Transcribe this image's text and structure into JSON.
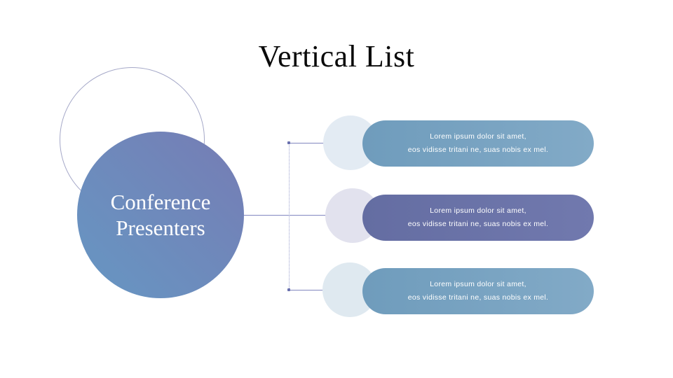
{
  "title": "Vertical List",
  "main_circle": {
    "line1": "Conference",
    "line2": "Presenters"
  },
  "items": [
    {
      "line1": "Lorem ipsum dolor sit amet,",
      "line2": "eos vidisse tritani ne, suas nobis ex mel.",
      "pill_color": "#7aa6c4",
      "halo_color": "#e3ebf3"
    },
    {
      "line1": "Lorem ipsum dolor sit amet,",
      "line2": "eos vidisse tritani ne, suas nobis ex mel.",
      "pill_color": "#6d75a9",
      "halo_color": "#e2e2ee"
    },
    {
      "line1": "Lorem ipsum dolor sit amet,",
      "line2": "eos vidisse tritani ne, suas nobis ex mel.",
      "pill_color": "#7aa6c4",
      "halo_color": "#dfe9f0"
    }
  ],
  "colors": {
    "background": "#ffffff",
    "title_text": "#0a0a0a",
    "main_circle_gradient_start": "#6697c3",
    "main_circle_gradient_end": "#767cb4",
    "main_circle_text": "#ffffff",
    "outline_circle_stroke": "#a5a8c8",
    "connector_line": "#8287c0",
    "connector_dot": "#6970ae",
    "pill_text": "#ffffff"
  }
}
